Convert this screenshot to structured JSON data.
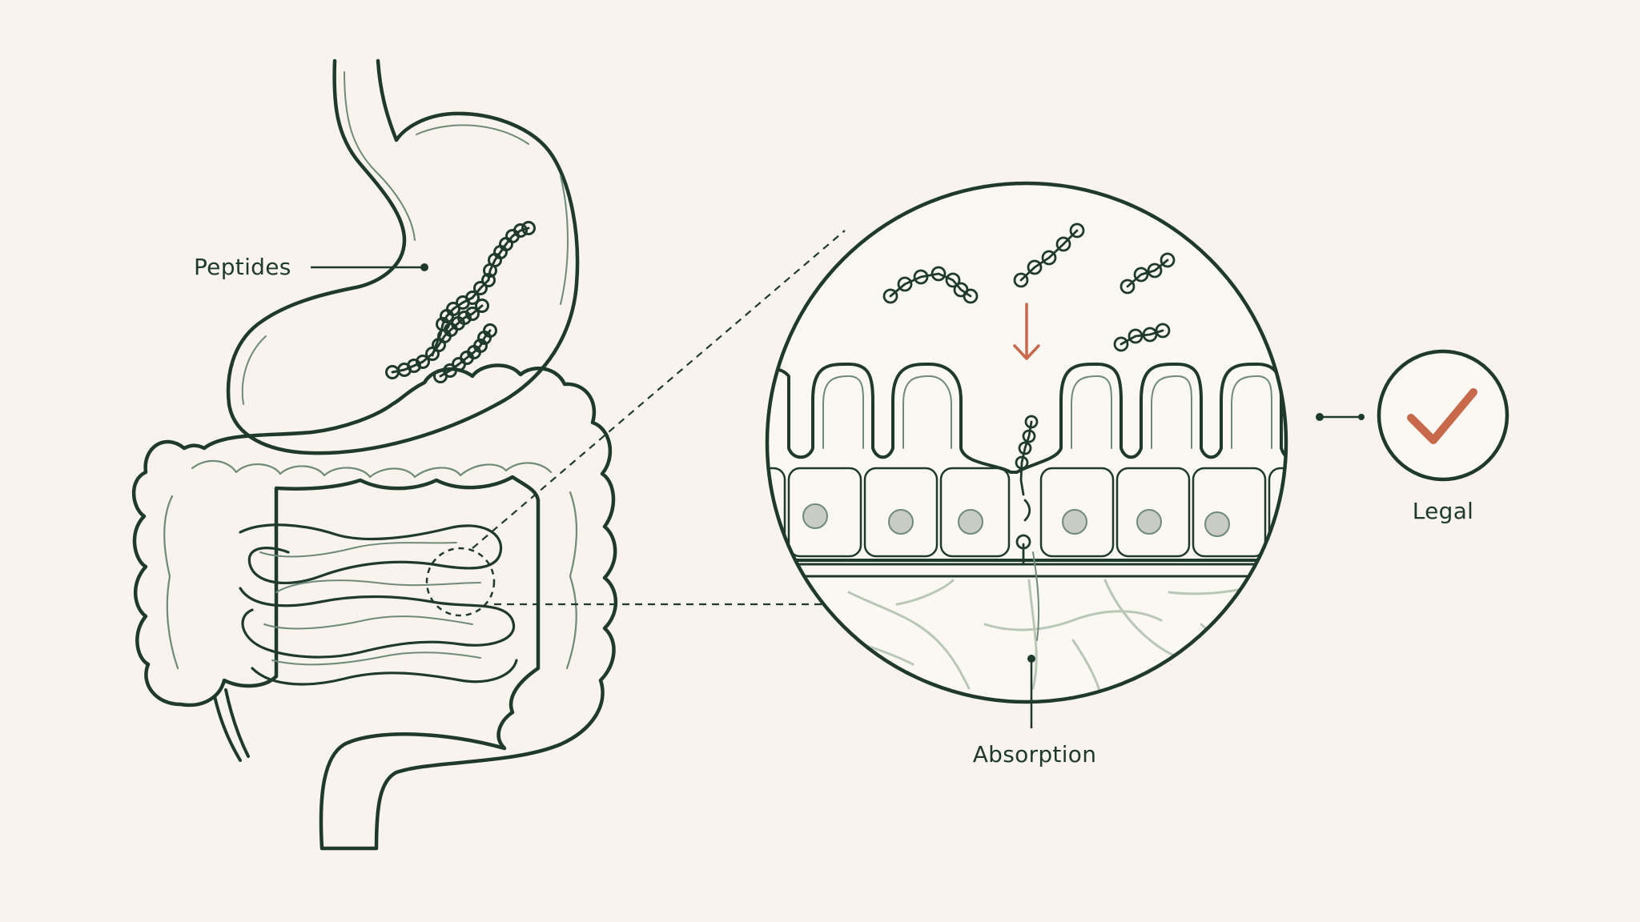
{
  "labels": {
    "peptides": "Peptides",
    "absorption": "Absorption",
    "legal": "Legal"
  },
  "colors": {
    "background": "#f8f3ec",
    "ink": "#1f3a2c",
    "accent": "#c8694c",
    "cell_fill": "#fbf8f3",
    "nucleus": "#c9ccc3"
  },
  "icons": {
    "legal": "checkmark-icon",
    "transport": "arrow-down-icon"
  }
}
